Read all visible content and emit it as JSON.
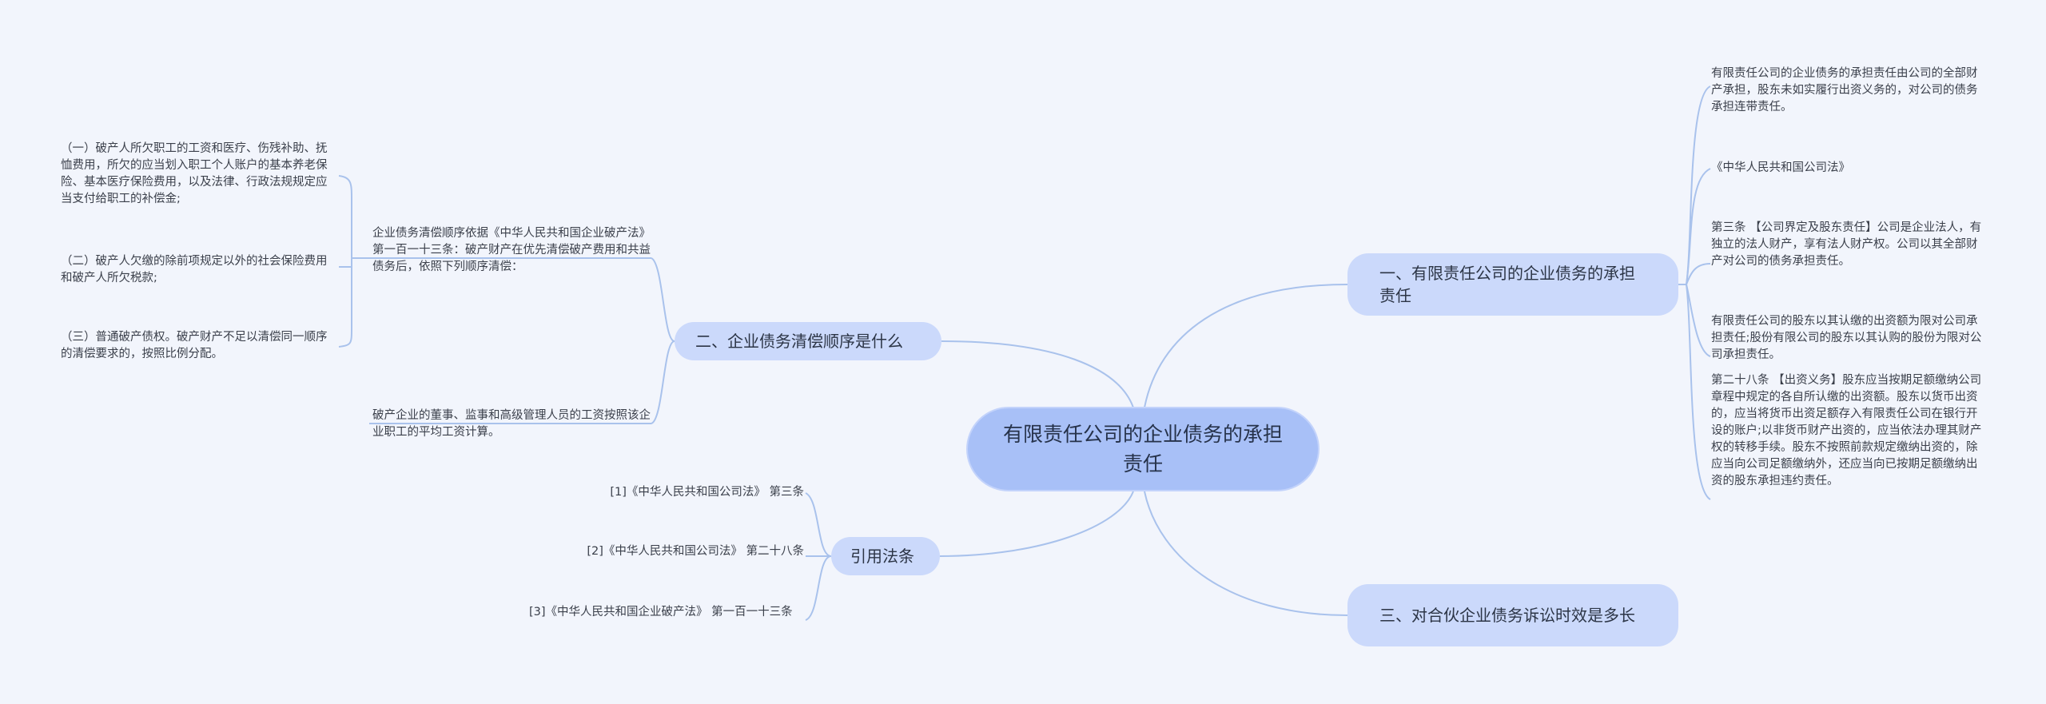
{
  "root": {
    "title": "有限责任公司的企业债务的承担责任"
  },
  "branches": {
    "b1": {
      "title": "一、有限责任公司的企业债务的承担责任",
      "leaves": [
        "有限责任公司的企业债务的承担责任由公司的全部财产承担，股东未如实履行出资义务的，对公司的债务承担连带责任。",
        "《中华人民共和国公司法》",
        "第三条 【公司界定及股东责任】公司是企业法人，有独立的法人财产，享有法人财产权。公司以其全部财产对公司的债务承担责任。",
        "有限责任公司的股东以其认缴的出资额为限对公司承担责任;股份有限公司的股东以其认购的股份为限对公司承担责任。",
        "第二十八条 【出资义务】股东应当按期足额缴纳公司章程中规定的各自所认缴的出资额。股东以货币出资的，应当将货币出资足额存入有限责任公司在银行开设的账户;以非货币财产出资的，应当依法办理其财产权的转移手续。股东不按照前款规定缴纳出资的，除应当向公司足额缴纳外，还应当向已按期足额缴纳出资的股东承担违约责任。"
      ]
    },
    "b2": {
      "title": "二、企业债务清偿顺序是什么",
      "mid": [
        "企业债务清偿顺序依据《中华人民共和国企业破产法》第一百一十三条：破产财产在优先清偿破产费用和共益债务后，依照下列顺序清偿：",
        "破产企业的董事、监事和高级管理人员的工资按照该企业职工的平均工资计算。"
      ],
      "sub": [
        "（一）破产人所欠职工的工资和医疗、伤残补助、抚恤费用，所欠的应当划入职工个人账户的基本养老保险、基本医疗保险费用，以及法律、行政法规规定应当支付给职工的补偿金;",
        "（二）破产人欠缴的除前项规定以外的社会保险费用和破产人所欠税款;",
        "（三）普通破产债权。破产财产不足以清偿同一顺序的清偿要求的，按照比例分配。"
      ]
    },
    "b3": {
      "title": "引用法条",
      "leaves": [
        "[1]《中华人民共和国公司法》 第三条",
        "[2]《中华人民共和国公司法》 第二十八条",
        "[3]《中华人民共和国企业破产法》 第一百一十三条"
      ]
    },
    "b4": {
      "title": "三、对合伙企业债务诉讼时效是多长"
    }
  },
  "colors": {
    "background": "#f2f5fc",
    "root": "#a8c0f7",
    "branch": "#cbd9fb",
    "line": "#a9c2ec"
  }
}
